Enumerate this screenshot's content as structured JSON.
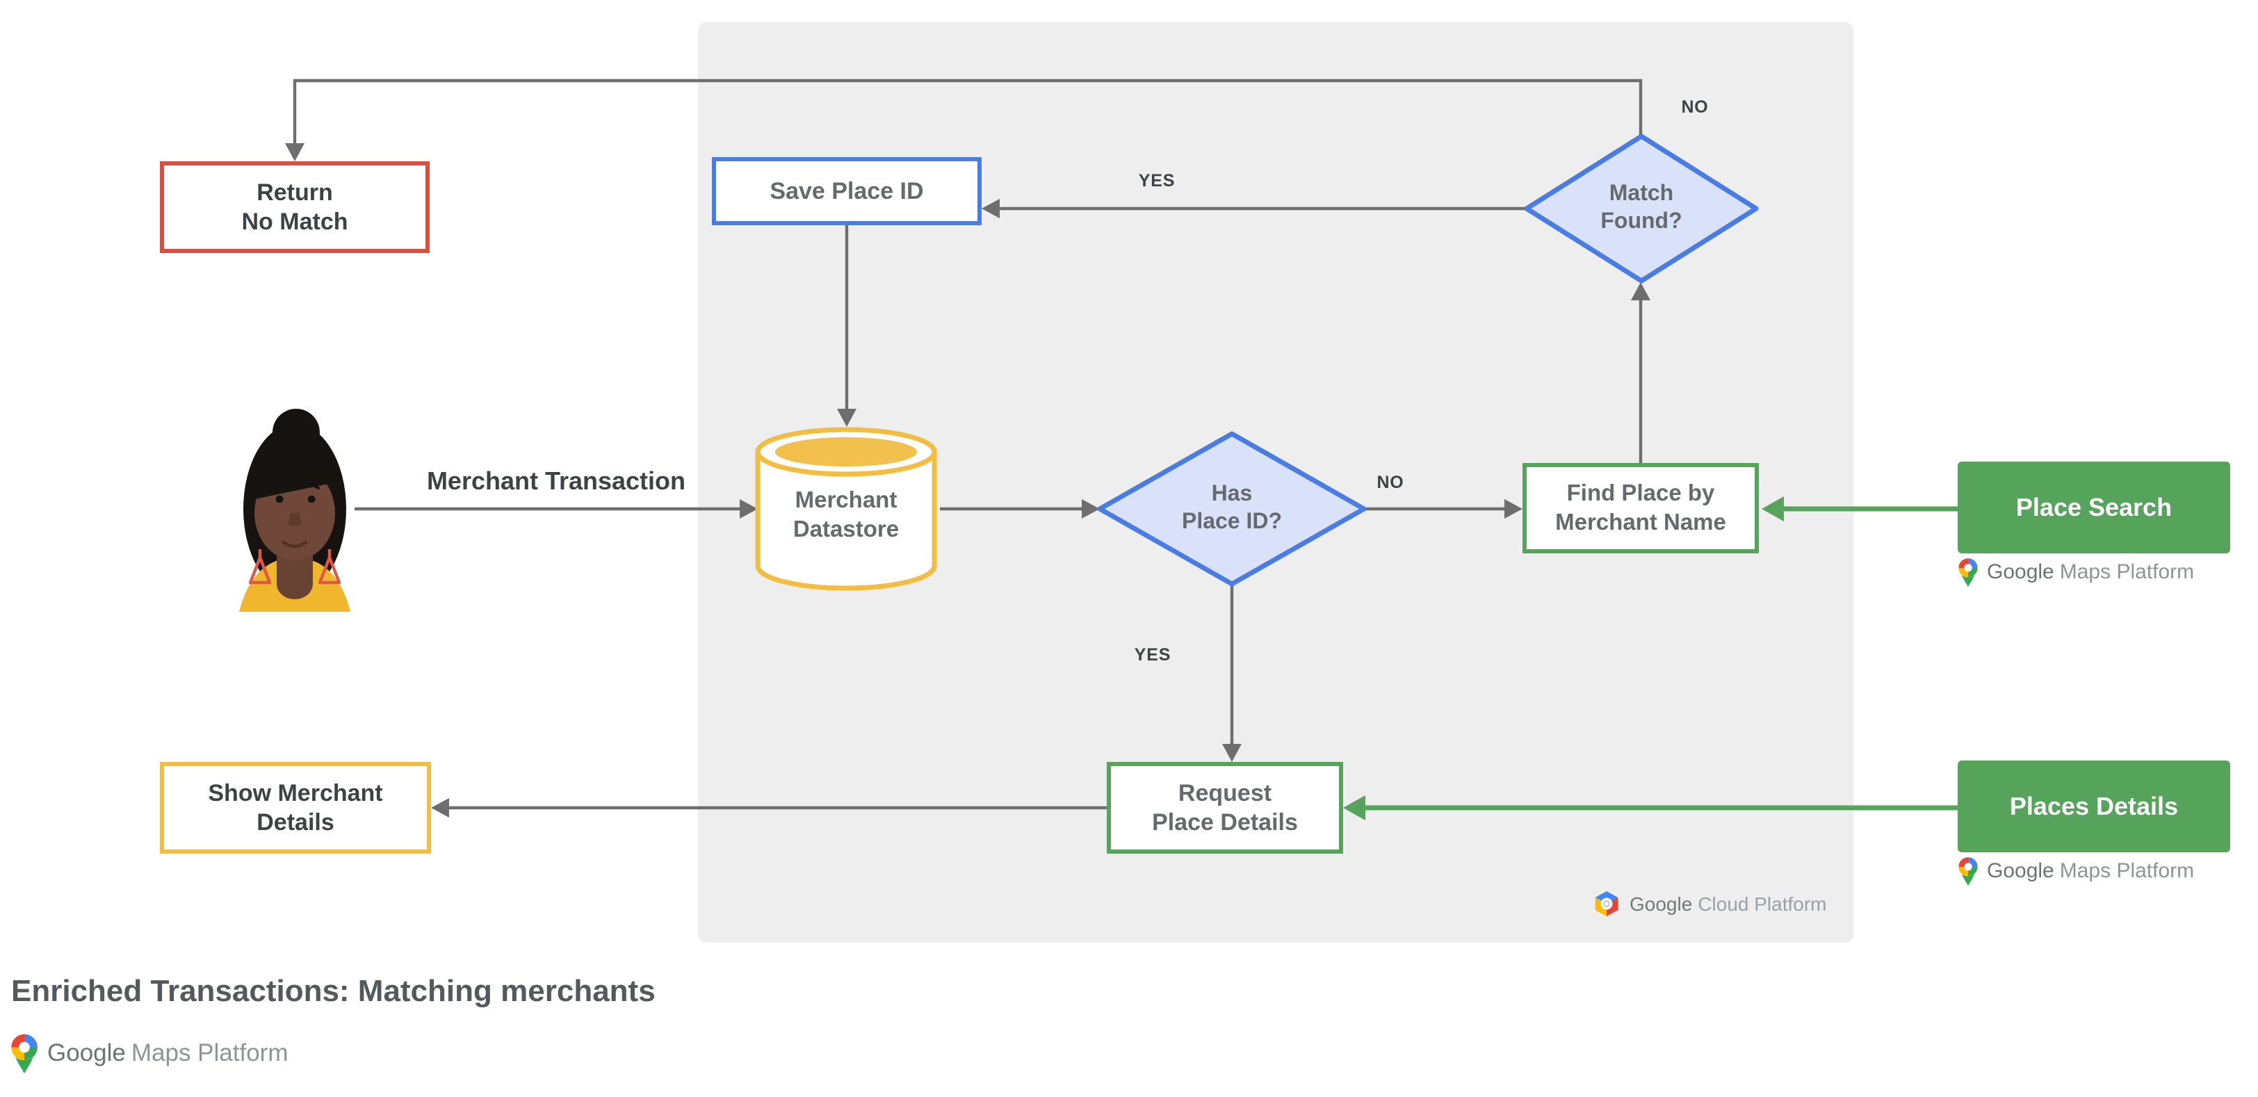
{
  "title": "Enriched Transactions: Matching merchants",
  "actor": {
    "label": "Merchant Transaction"
  },
  "nodes": {
    "return_no_match": {
      "lines": [
        "Return",
        "No Match"
      ]
    },
    "save_place_id": {
      "lines": [
        "Save Place ID"
      ]
    },
    "merchant_datastore": {
      "lines": [
        "Merchant",
        "Datastore"
      ]
    },
    "has_place_id": {
      "lines": [
        "Has",
        "Place ID?"
      ]
    },
    "match_found": {
      "lines": [
        "Match",
        "Found?"
      ]
    },
    "find_place": {
      "lines": [
        "Find Place by",
        "Merchant Name"
      ]
    },
    "request_place_details": {
      "lines": [
        "Request",
        "Place Details"
      ]
    },
    "show_merchant_details": {
      "lines": [
        "Show Merchant",
        "Details"
      ]
    },
    "place_search": {
      "label": "Place Search"
    },
    "places_details": {
      "label": "Places Details"
    }
  },
  "edge_labels": {
    "no_return": "NO",
    "yes_save": "YES",
    "no_find": "NO",
    "yes_request": "YES"
  },
  "logos": {
    "gmp_word1": "Google",
    "gmp_word2": "Maps Platform",
    "gcp_word1": "Google",
    "gcp_word2": "Cloud Platform"
  },
  "colors": {
    "green": "#56A45C",
    "blue_border": "#4A7DE4",
    "blue_fill": "#D9E2F8",
    "yellow": "#F3BD41",
    "yellow_fill": "#F2C14D",
    "red": "#DB4F41",
    "arrow_gray": "#6E6E6E",
    "panel_gray": "#EEEEEE",
    "text_dark": "#3F4245",
    "text_gray": "#66696D",
    "g_red": "#EA4335",
    "g_blue": "#4285F4",
    "g_yellow": "#FBBC04",
    "g_green": "#34A853"
  }
}
